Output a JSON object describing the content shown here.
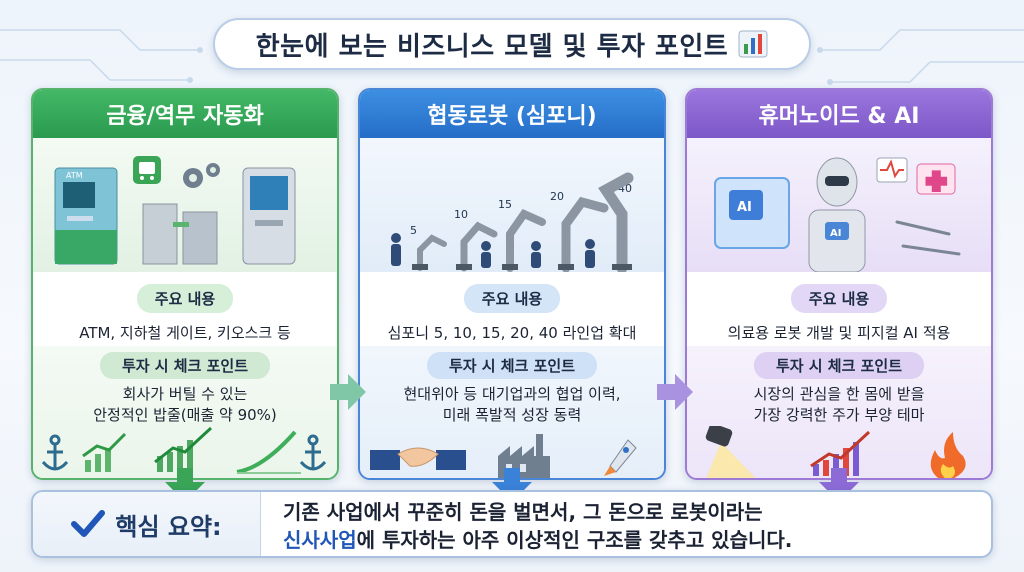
{
  "title": "한눈에 보는 비즈니스 모델 및 투자 포인트",
  "title_icon": "bar-chart-icon",
  "panels": [
    {
      "heading": "금융/역무 자동화",
      "color": "#2a9a4f",
      "main_label": "주요 내용",
      "main_text": "ATM, 지하철 게이트, 키오스크 등",
      "check_label": "투자 시 체크 포인트",
      "check_lines": [
        "회사가 버틸 수 있는",
        "안정적인 밥줄(매출 약 90%)"
      ],
      "illustration_icons": [
        "atm-icon",
        "subway-icon",
        "gear-icon",
        "gate-icon",
        "kiosk-icon"
      ],
      "check_icons": [
        "anchor-icon",
        "growth-chart-icon",
        "anchor-icon"
      ],
      "atm_label": "ATM"
    },
    {
      "heading": "협동로봇 (심포니)",
      "color": "#256dc7",
      "main_label": "주요 내용",
      "main_text": "심포니 5, 10, 15, 20, 40 라인업 확대",
      "check_label": "투자 시 체크 포인트",
      "check_lines": [
        "현대위아 등 대기업과의 협업 이력,",
        "미래 폭발적 성장 동력"
      ],
      "robot_labels": [
        "5",
        "10",
        "15",
        "20",
        "40"
      ],
      "check_icons": [
        "handshake-icon",
        "factory-icon",
        "rocket-icon"
      ]
    },
    {
      "heading": "휴머노이드 & AI",
      "color": "#7c57c7",
      "main_label": "주요 내용",
      "main_text": "의료용 로봇 개발 및 피지컬 AI 적용",
      "check_label": "투자 시 체크 포인트",
      "check_lines": [
        "시장의 관심을 한 몸에 받을",
        "가장 강력한 주가 부양 테마"
      ],
      "ai_labels": [
        "AI",
        "AI"
      ],
      "illustration_icons": [
        "ai-chip-icon",
        "humanoid-robot-icon",
        "heartbeat-icon",
        "medical-cross-icon",
        "surgical-tools-icon"
      ],
      "check_icons": [
        "spotlight-icon",
        "growth-chart-icon",
        "fire-icon"
      ]
    }
  ],
  "summary": {
    "label": "핵심 요약:",
    "icon": "checkmark-icon",
    "line1": "기존 사업에서 꾸준히 돈을 벌면서, 그 돈으로 로봇이라는",
    "line2_highlight": "신사사업",
    "line2_rest": "에 투자하는 아주 이상적인 구조를 갖추고 있습니다."
  }
}
